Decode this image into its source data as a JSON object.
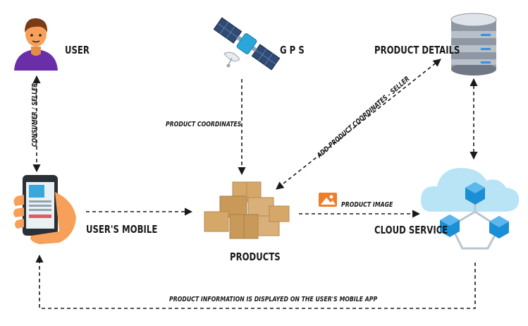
{
  "nodes": {
    "user": "USER",
    "gps": "G P S",
    "product_details": "PRODUCT DETAILS",
    "users_mobile": "USER'S MOBILE",
    "products": "PRODUCTS",
    "cloud_service": "CLOUD SERVICE"
  },
  "edges": {
    "consumer_seller": "CONSUMER / SELLER",
    "product_coordinates": "PRODUCT COORDINATES",
    "add_product_coordinates": "ADD PRODUCT COORDINATES - SELLER",
    "product_image": "PRODUCT IMAGE",
    "product_information": "PRODUCT INFORMATION IS DISPLAYED ON THE USER'S MOBILE APP"
  },
  "icons": {
    "user": "user-avatar-icon",
    "gps": "satellite-icon",
    "database": "database-icon",
    "mobile": "smartphone-in-hand-icon",
    "products": "boxes-icon",
    "image": "image-icon",
    "cloud": "cloud-network-icon"
  },
  "colors": {
    "cloud": "#b9e4f5",
    "cube": "#1b8fd6",
    "user_shirt": "#6a2ea8",
    "user_skin": "#f6a05a",
    "image_icon": "#f07d28",
    "box": "#d5a86a"
  }
}
